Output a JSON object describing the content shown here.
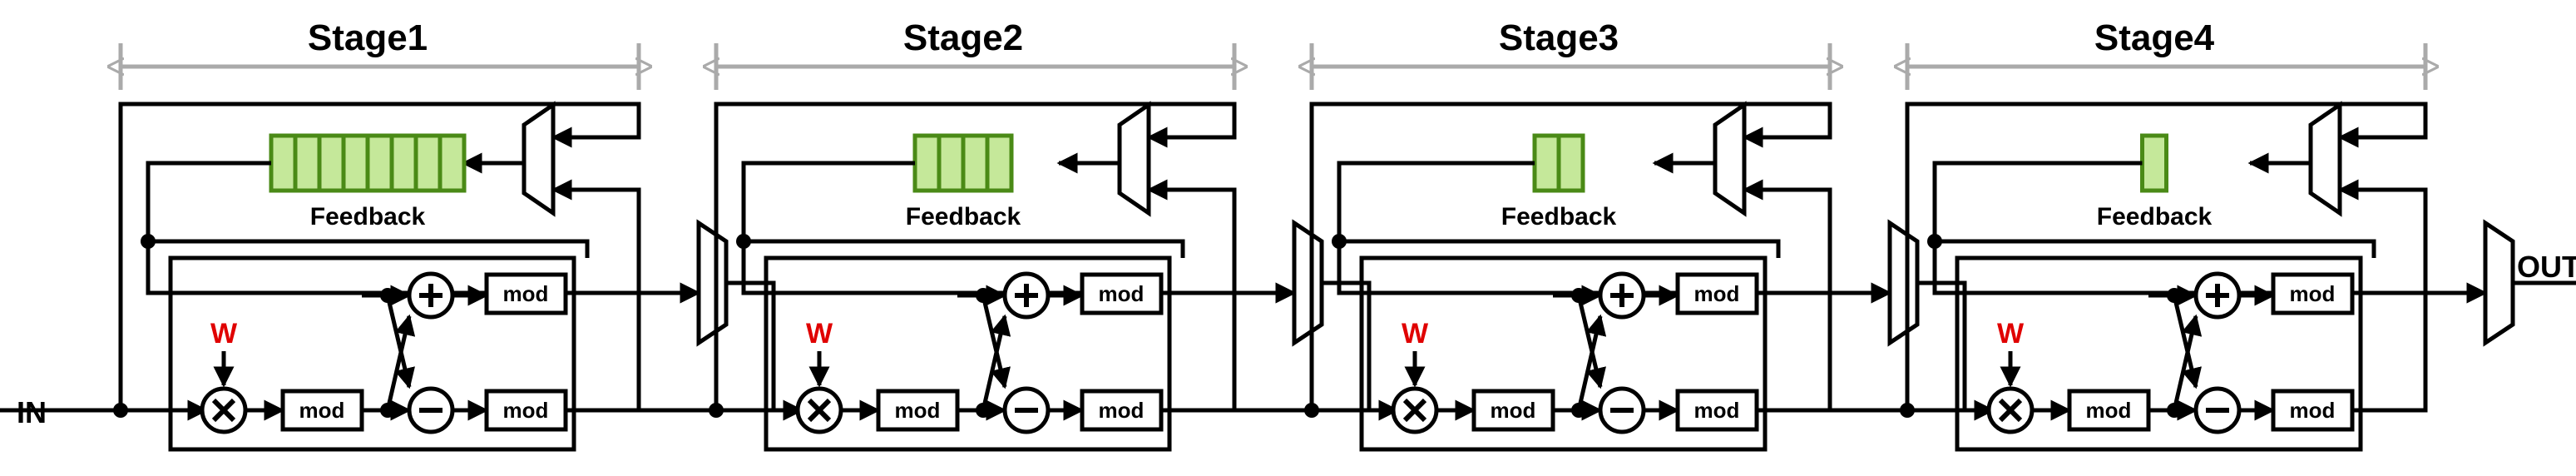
{
  "input_label": "IN",
  "output_label": "OUT",
  "stages": [
    {
      "title": "Stage1",
      "feedback_label": "Feedback",
      "buffer_cells": 8,
      "w_label": "W",
      "mod_label": "mod"
    },
    {
      "title": "Stage2",
      "feedback_label": "Feedback",
      "buffer_cells": 4,
      "w_label": "W",
      "mod_label": "mod"
    },
    {
      "title": "Stage3",
      "feedback_label": "Feedback",
      "buffer_cells": 2,
      "w_label": "W",
      "mod_label": "mod"
    },
    {
      "title": "Stage4",
      "feedback_label": "Feedback",
      "buffer_cells": 1,
      "w_label": "W",
      "mod_label": "mod"
    }
  ],
  "colors": {
    "line": "#000000",
    "span_arrow": "#aaaaaa",
    "buffer_fill": "#c5e89a",
    "buffer_stroke": "#4a8a16",
    "w_label": "#e00000"
  }
}
